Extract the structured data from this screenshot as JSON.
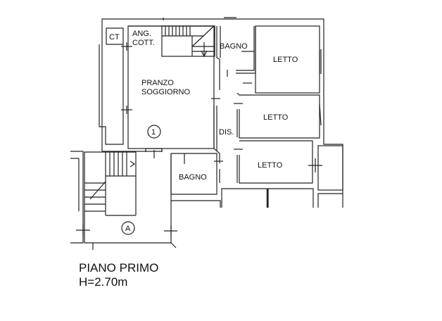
{
  "rooms": {
    "ct": "CT",
    "ang_cott_1": "ANG.",
    "ang_cott_2": "COTT.",
    "bagno_top": "BAGNO",
    "letto_1": "LETTO",
    "pranzo_1": "PRANZO",
    "pranzo_2": "SOGGIORNO",
    "letto_2": "LETTO",
    "dis": "DIS.",
    "letto_3": "LETTO",
    "bagno_bottom": "BAGNO"
  },
  "markers": {
    "entrance_1": "1",
    "entrance_a": "A"
  },
  "title": {
    "floor": "PIANO PRIMO",
    "height": "H=2.70m"
  }
}
